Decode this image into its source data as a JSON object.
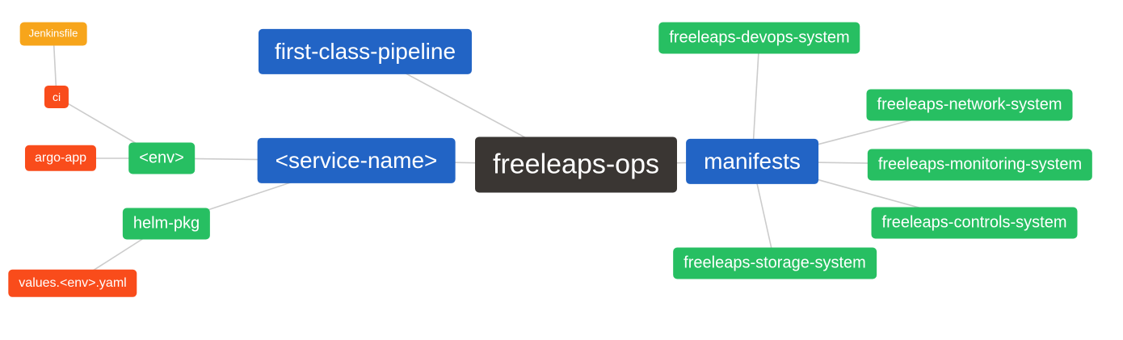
{
  "diagram": {
    "type": "mindmap",
    "root_label": "freeleaps-ops",
    "colors": {
      "blue": "#2264c5",
      "green": "#27bf62",
      "red": "#f94c1b",
      "orange": "#f7a51b",
      "dark": "#3a3633",
      "edge": "#cccccc"
    },
    "nodes": {
      "jenkinsfile": {
        "label": "Jenkinsfile"
      },
      "ci": {
        "label": "ci"
      },
      "argo_app": {
        "label": "argo-app"
      },
      "env": {
        "label": "<env>"
      },
      "helm_pkg": {
        "label": "helm-pkg"
      },
      "values_env_yaml": {
        "label": "values.<env>.yaml"
      },
      "service_name": {
        "label": "<service-name>"
      },
      "first_class_pipeline": {
        "label": "first-class-pipeline"
      },
      "freeleaps_ops": {
        "label": "freeleaps-ops"
      },
      "manifests": {
        "label": "manifests"
      },
      "devops_system": {
        "label": "freeleaps-devops-system"
      },
      "network_system": {
        "label": "freeleaps-network-system"
      },
      "monitoring_system": {
        "label": "freeleaps-monitoring-system"
      },
      "controls_system": {
        "label": "freeleaps-controls-system"
      },
      "storage_system": {
        "label": "freeleaps-storage-system"
      }
    },
    "edges": [
      [
        "jenkinsfile",
        "ci"
      ],
      [
        "ci",
        "env"
      ],
      [
        "argo_app",
        "env"
      ],
      [
        "env",
        "service_name"
      ],
      [
        "helm_pkg",
        "service_name"
      ],
      [
        "values_env_yaml",
        "helm_pkg"
      ],
      [
        "service_name",
        "freeleaps_ops"
      ],
      [
        "first_class_pipeline",
        "freeleaps_ops"
      ],
      [
        "freeleaps_ops",
        "manifests"
      ],
      [
        "manifests",
        "devops_system"
      ],
      [
        "manifests",
        "network_system"
      ],
      [
        "manifests",
        "monitoring_system"
      ],
      [
        "manifests",
        "controls_system"
      ],
      [
        "manifests",
        "storage_system"
      ]
    ]
  }
}
